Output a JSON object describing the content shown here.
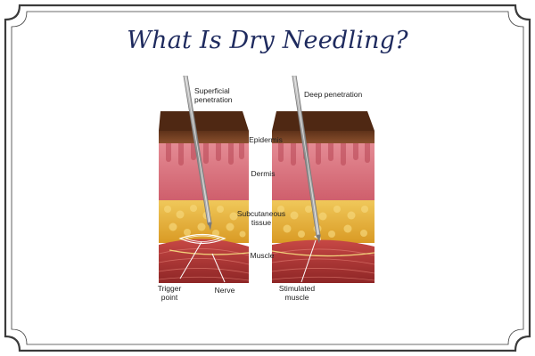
{
  "title": "What Is Dry Needling?",
  "panels": {
    "left": {
      "caption_line1": "Superficial",
      "caption_line2": "penetration"
    },
    "right": {
      "caption": "Deep penetration"
    }
  },
  "layers": {
    "epidermis": "Epidermis",
    "dermis": "Dermis",
    "subcutaneous_line1": "Subcutaneous",
    "subcutaneous_line2": "tissue",
    "muscle": "Muscle"
  },
  "callouts": {
    "trigger_line1": "Trigger",
    "trigger_line2": "point",
    "nerve": "Nerve",
    "stimulated_line1": "Stimulated",
    "stimulated_line2": "muscle"
  },
  "colors": {
    "title": "#1e2a5e",
    "frame": "#3b3b3b",
    "epidermis": "#7a4428",
    "dermis": "#d9727e",
    "subcutaneous": "#e6b63c",
    "muscle": "#b73a38",
    "needle": "#9a9a9a"
  }
}
